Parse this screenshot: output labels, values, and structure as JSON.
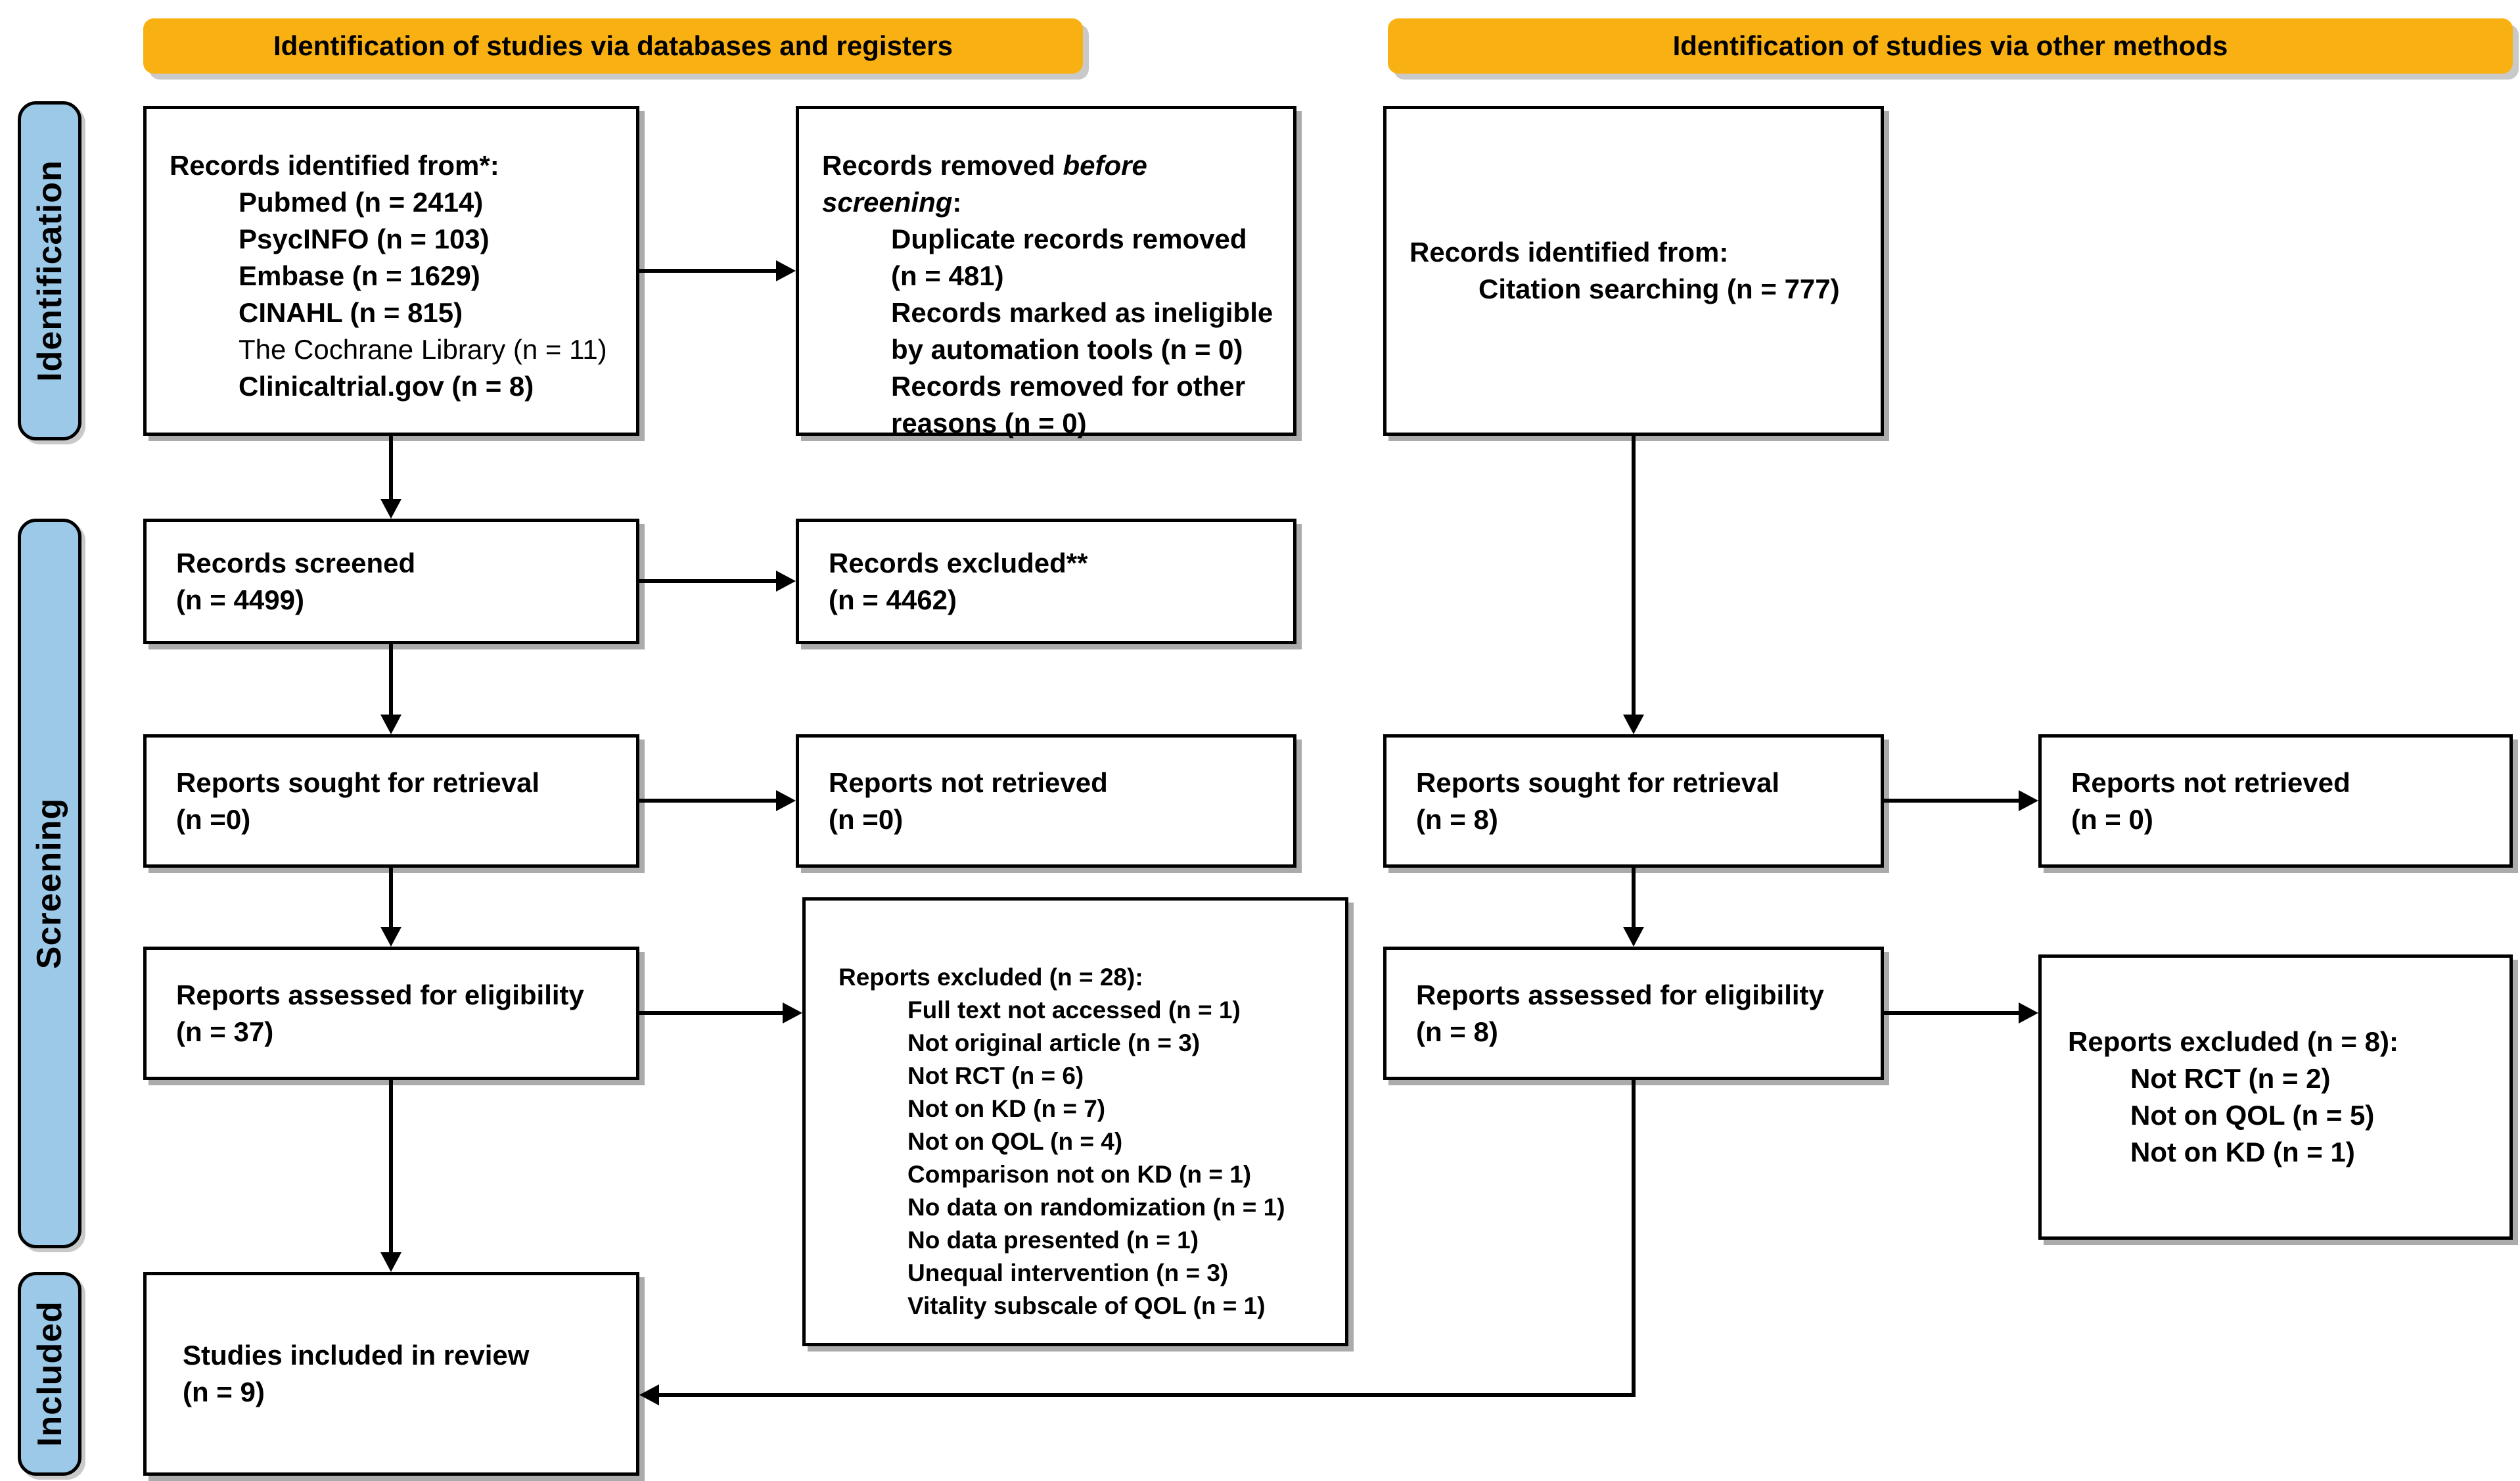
{
  "banners": {
    "left": "Identification of studies via databases and registers",
    "right": "Identification of studies via other methods"
  },
  "sidebars": {
    "identification": "Identification",
    "screening": "Screening",
    "included": "Included"
  },
  "boxes": {
    "records_identified_db": {
      "title": "Records identified from*:",
      "items": [
        "Pubmed (n = 2414)",
        "PsycINFO (n = 103)",
        "Embase (n = 1629)",
        "CINAHL (n = 815)",
        "The Cochrane Library (n = 11)",
        "Clinicaltrial.gov (n = 8)"
      ]
    },
    "records_removed": {
      "title_prefix": "Records removed ",
      "title_emphasis": "before screening",
      "title_suffix": ":",
      "items": [
        "Duplicate records removed (n = 481)",
        "Records marked as ineligible by automation tools (n = 0)",
        "Records removed for other reasons (n = 0)"
      ]
    },
    "records_identified_other": {
      "title": "Records identified from:",
      "items": [
        "Citation searching (n = 777)"
      ]
    },
    "records_screened": {
      "line1": "Records screened",
      "line2": "(n = 4499)"
    },
    "records_excluded": {
      "line1": "Records excluded**",
      "line2": "(n = 4462)"
    },
    "reports_sought_db": {
      "line1": "Reports sought for retrieval",
      "line2": "(n =0)"
    },
    "reports_not_retrieved_db": {
      "line1": "Reports not retrieved",
      "line2": "(n =0)"
    },
    "reports_sought_other": {
      "line1": "Reports sought for retrieval",
      "line2": "(n = 8)"
    },
    "reports_not_retrieved_other": {
      "line1": "Reports not retrieved",
      "line2": "(n = 0)"
    },
    "reports_assessed_db": {
      "line1": "Reports assessed for eligibility",
      "line2": "(n = 37)"
    },
    "reports_excluded_db": {
      "title": "Reports excluded (n = 28):",
      "items": [
        "Full text not accessed (n = 1)",
        "Not original article (n = 3)",
        "Not RCT (n = 6)",
        "Not on KD (n = 7)",
        "Not on QOL (n = 4)",
        "Comparison not on KD (n = 1)",
        "No data on randomization (n = 1)",
        "No data presented (n = 1)",
        "Unequal intervention (n = 3)",
        "Vitality subscale of QOL (n = 1)"
      ]
    },
    "reports_assessed_other": {
      "line1": "Reports assessed for eligibility",
      "line2": "(n = 8)"
    },
    "reports_excluded_other": {
      "title": "Reports excluded (n = 8):",
      "items": [
        "Not RCT (n = 2)",
        "Not on QOL (n = 5)",
        "Not on KD (n = 1)"
      ]
    },
    "studies_included": {
      "line1": "Studies included in review",
      "line2": "(n = 9)"
    }
  },
  "colors": {
    "banner": "#F9B013",
    "sidebar": "#9DC9E8",
    "line": "#000000"
  }
}
